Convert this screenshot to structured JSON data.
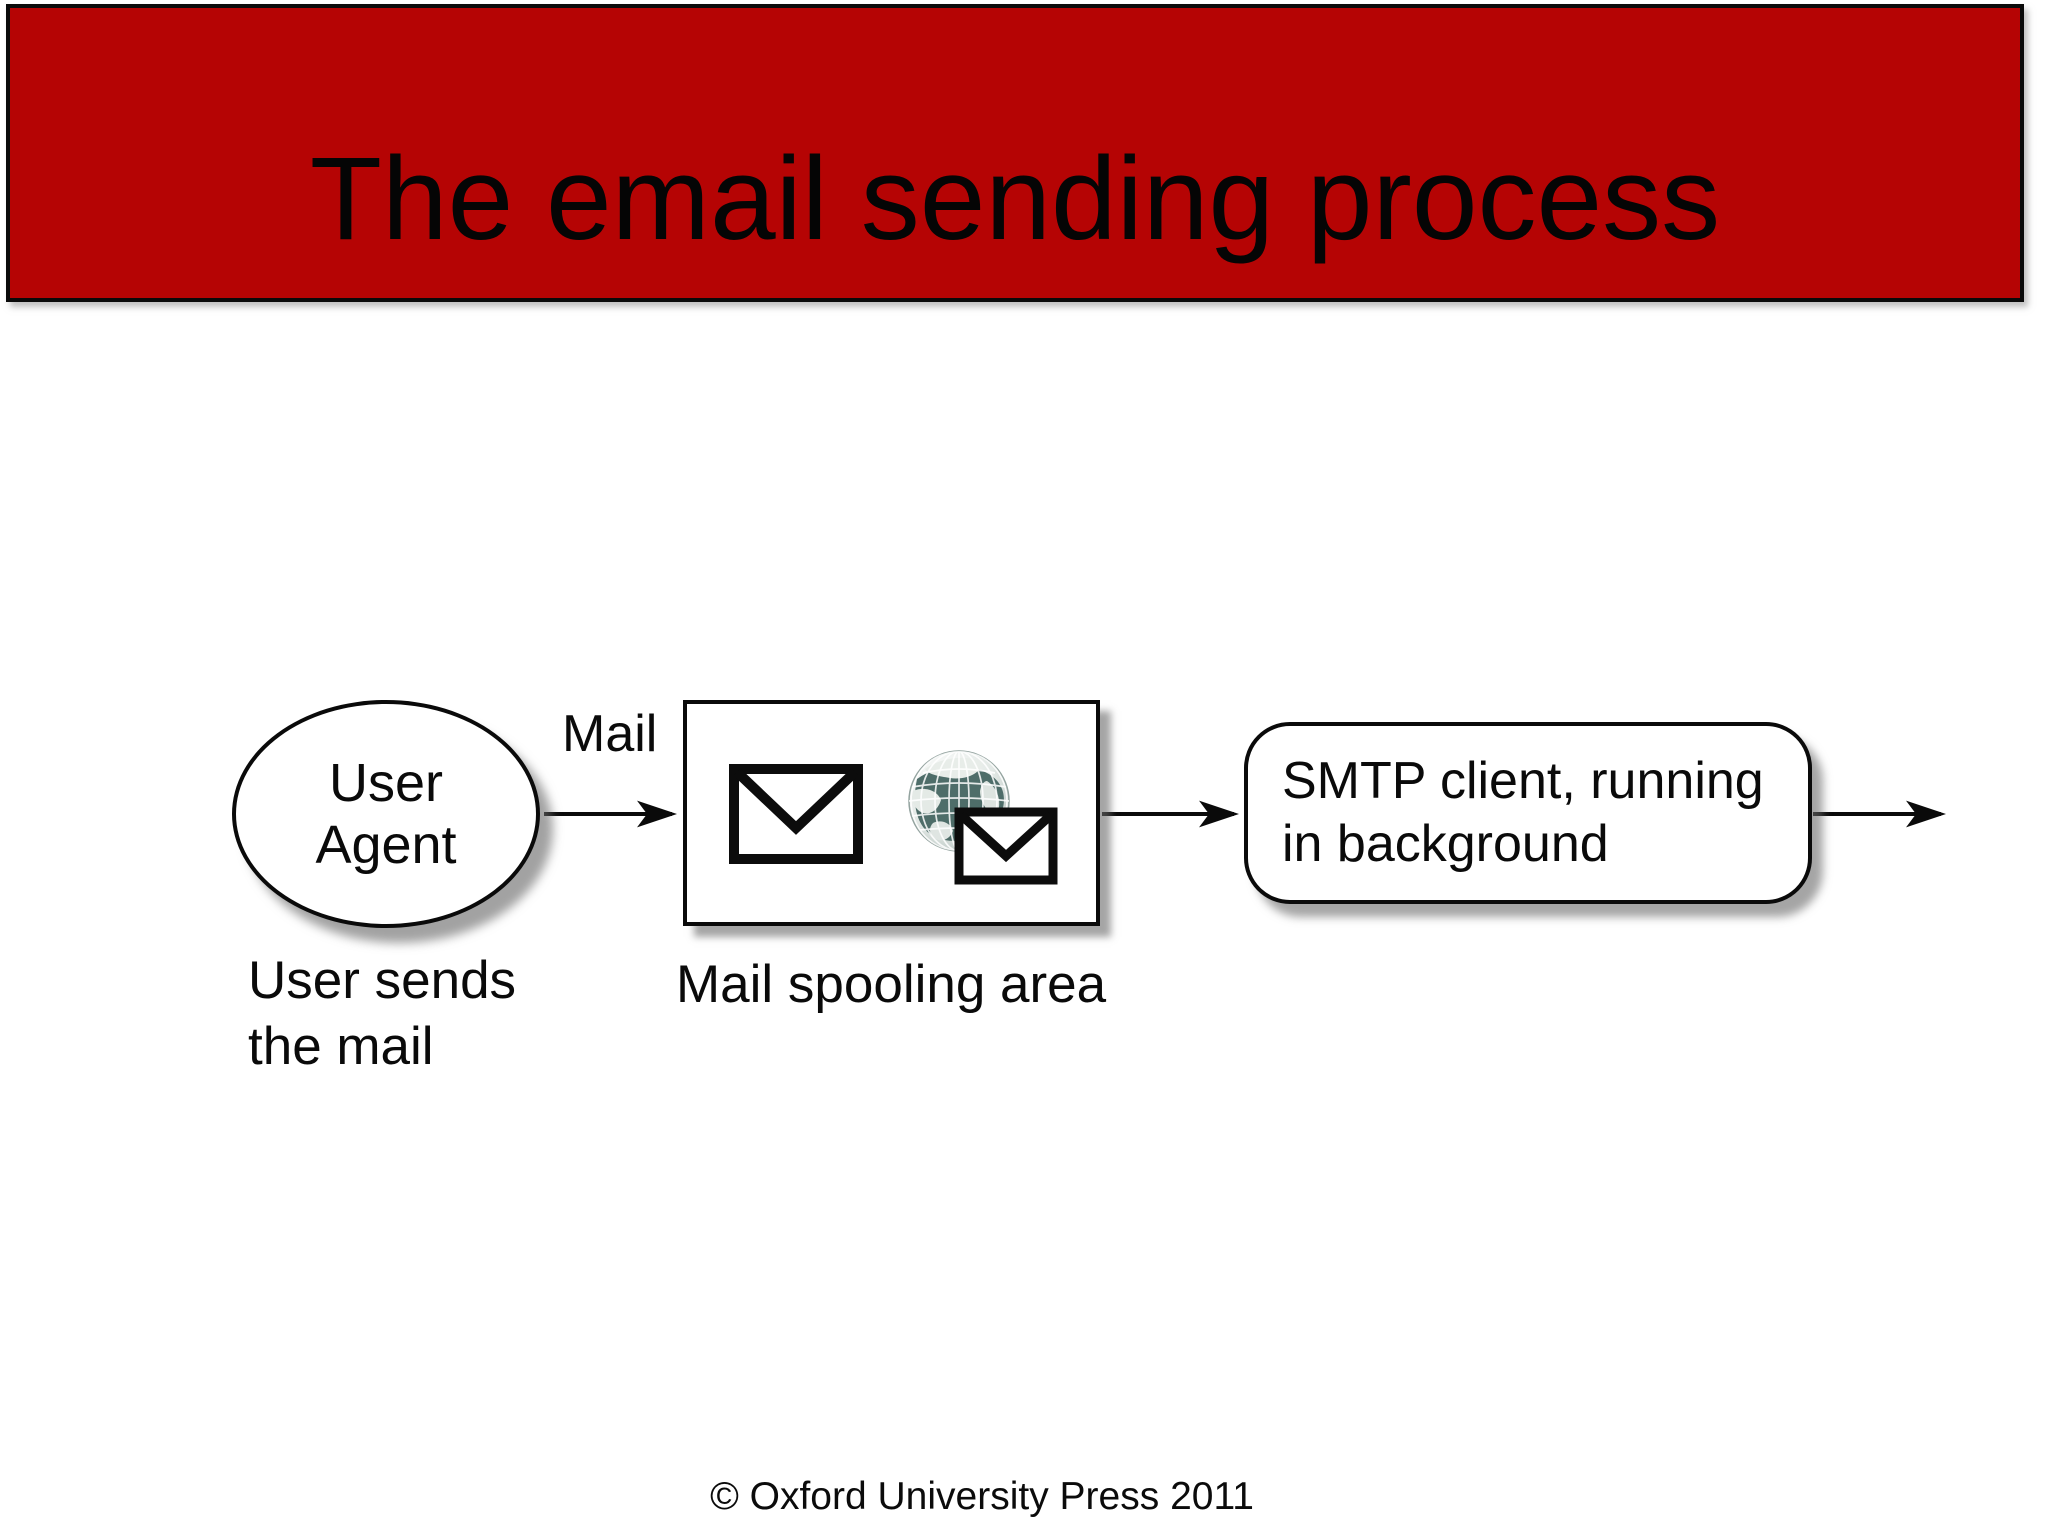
{
  "slide": {
    "title": "The email sending process",
    "footer": "© Oxford University Press 2011",
    "colors": {
      "banner_red": "#b50404",
      "outline_black": "#0a0a0a",
      "shadow_gray": "#696969",
      "globe_teal": "#4e6d69",
      "background": "#ffffff"
    }
  },
  "diagram": {
    "user_agent": {
      "label": "User Agent",
      "caption": "User sends the mail"
    },
    "mail_arrow_label": "Mail",
    "spooling_area": {
      "caption": "Mail spooling area",
      "icons": [
        "envelope-icon",
        "globe-icon",
        "envelope-icon"
      ]
    },
    "smtp_client": {
      "label": "SMTP client, running in background"
    },
    "arrows": [
      "user-agent-to-spool",
      "spool-to-smtp",
      "smtp-outgoing"
    ]
  }
}
